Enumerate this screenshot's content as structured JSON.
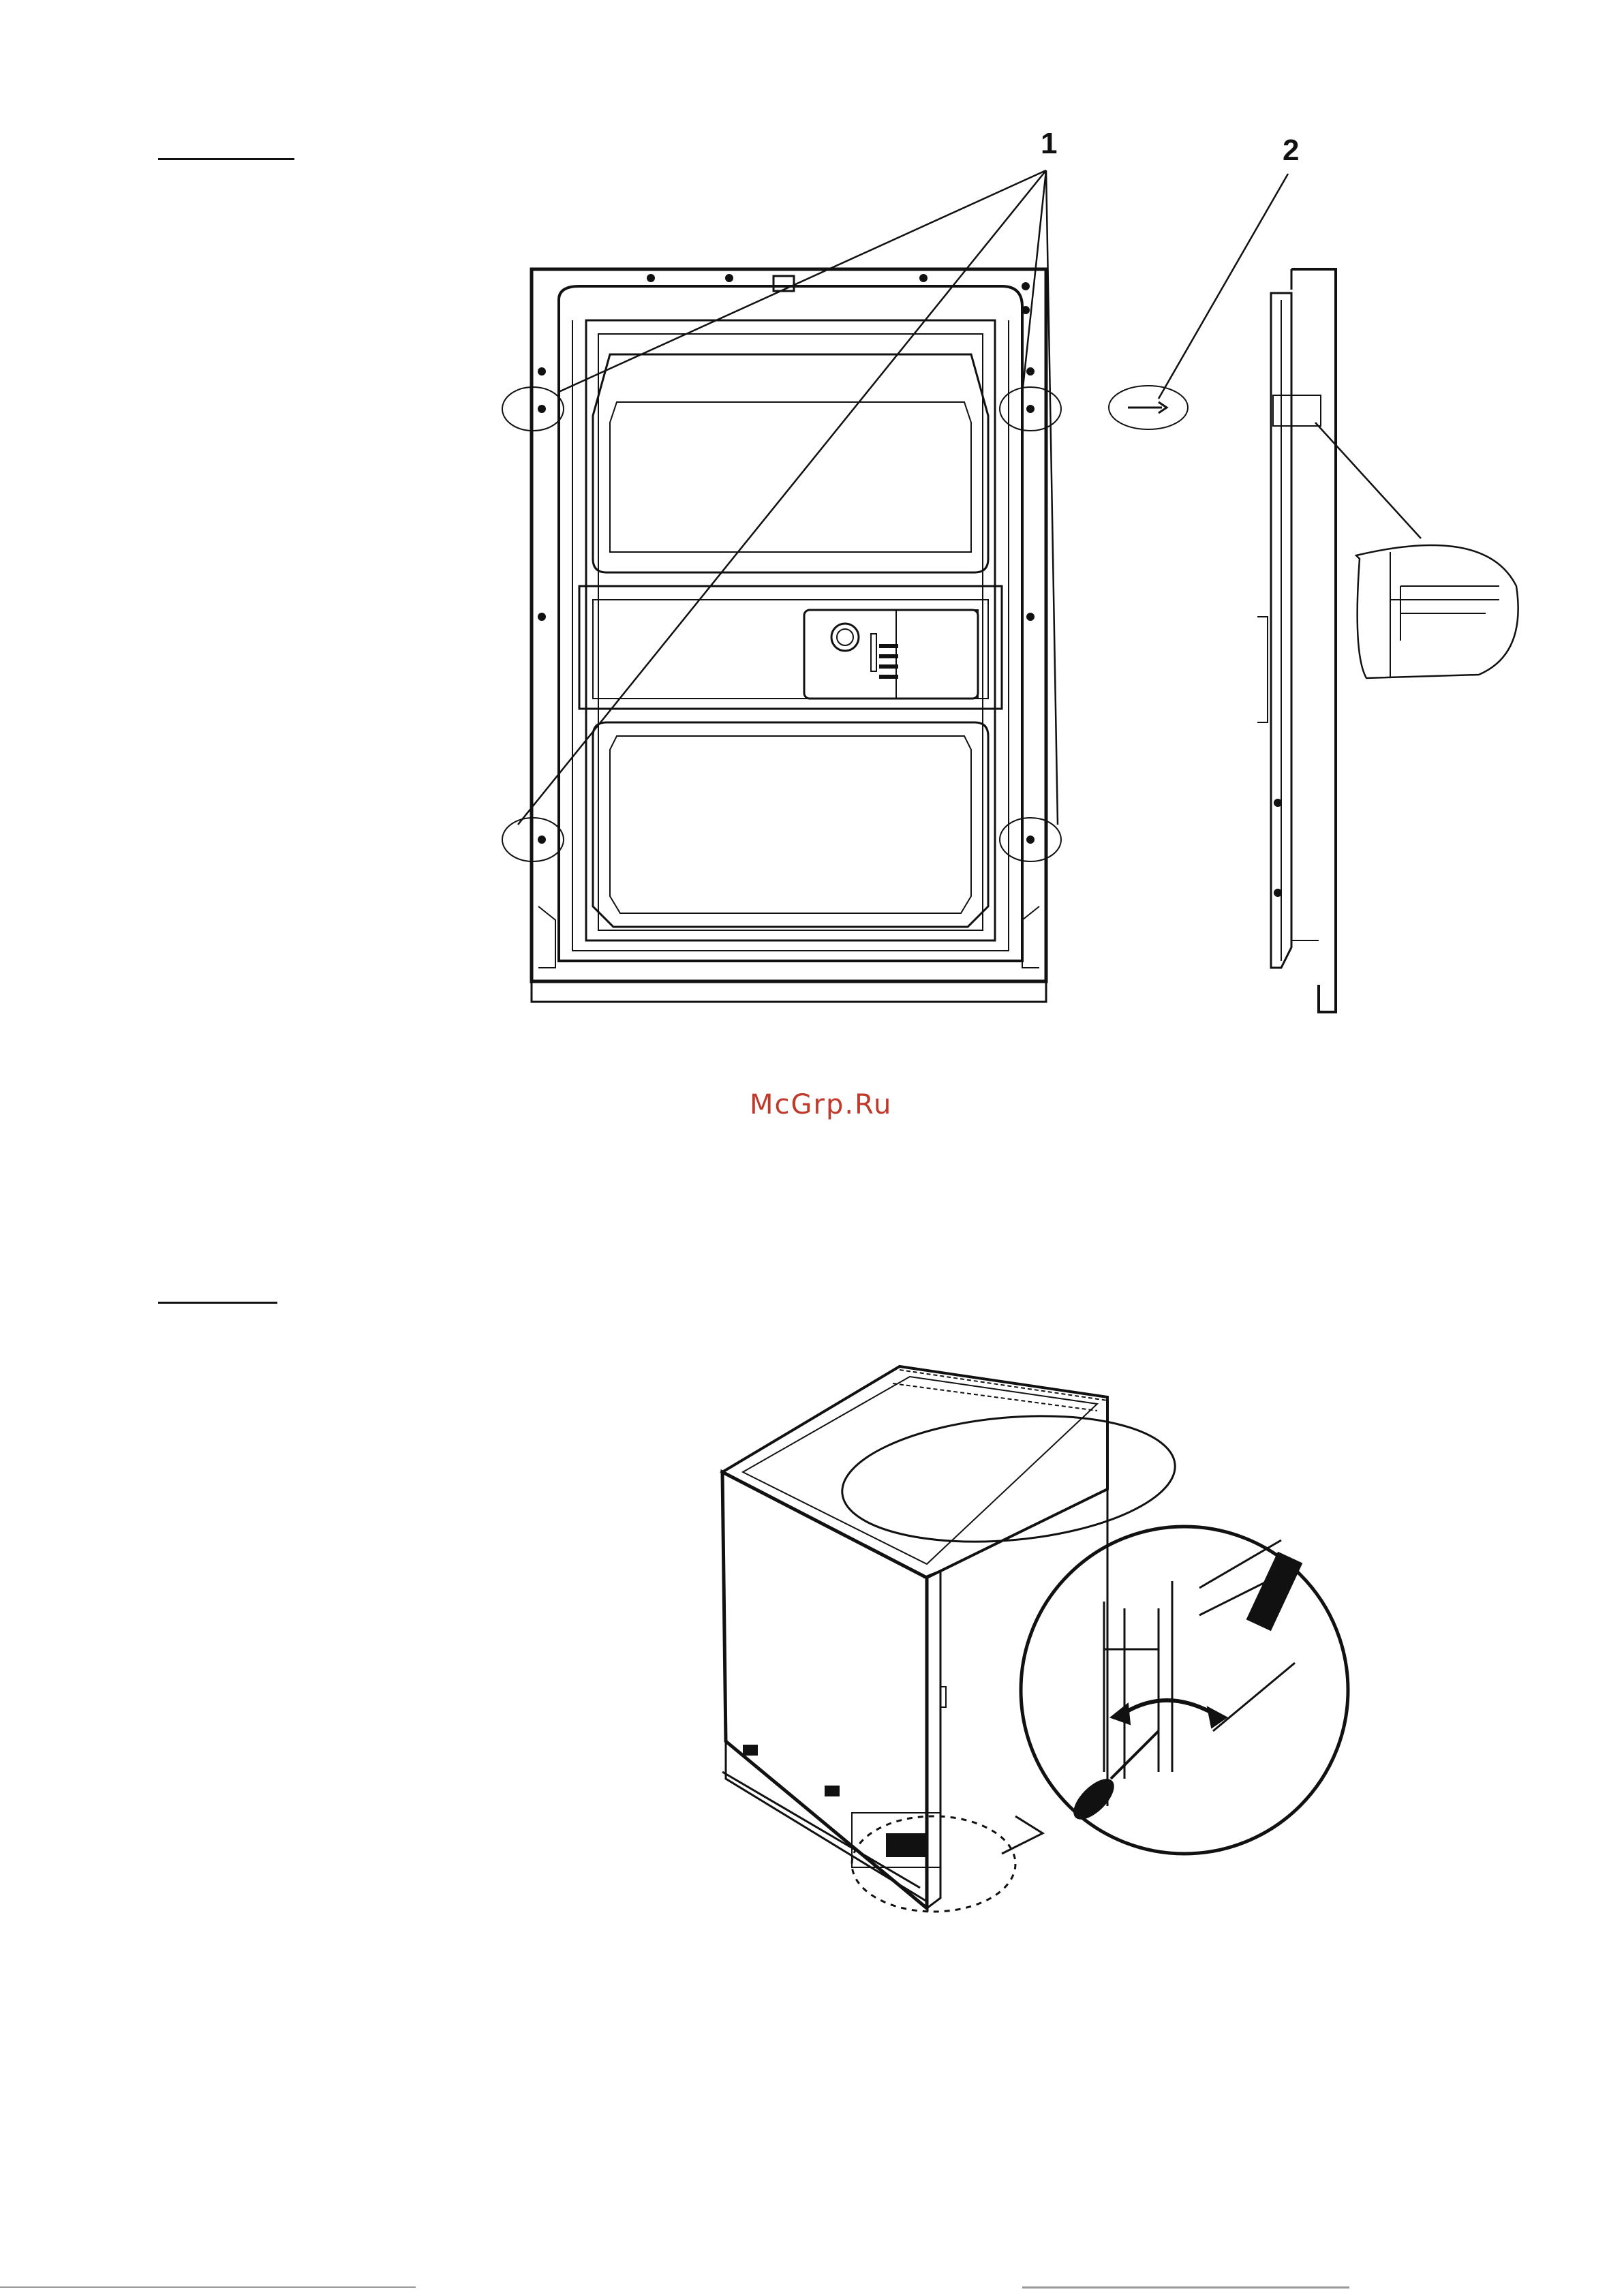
{
  "callouts": {
    "fixing_points": "1",
    "screw": "2"
  },
  "watermark": "McGrp.Ru",
  "colors": {
    "line": "#111111",
    "watermark": "#c0392b"
  }
}
